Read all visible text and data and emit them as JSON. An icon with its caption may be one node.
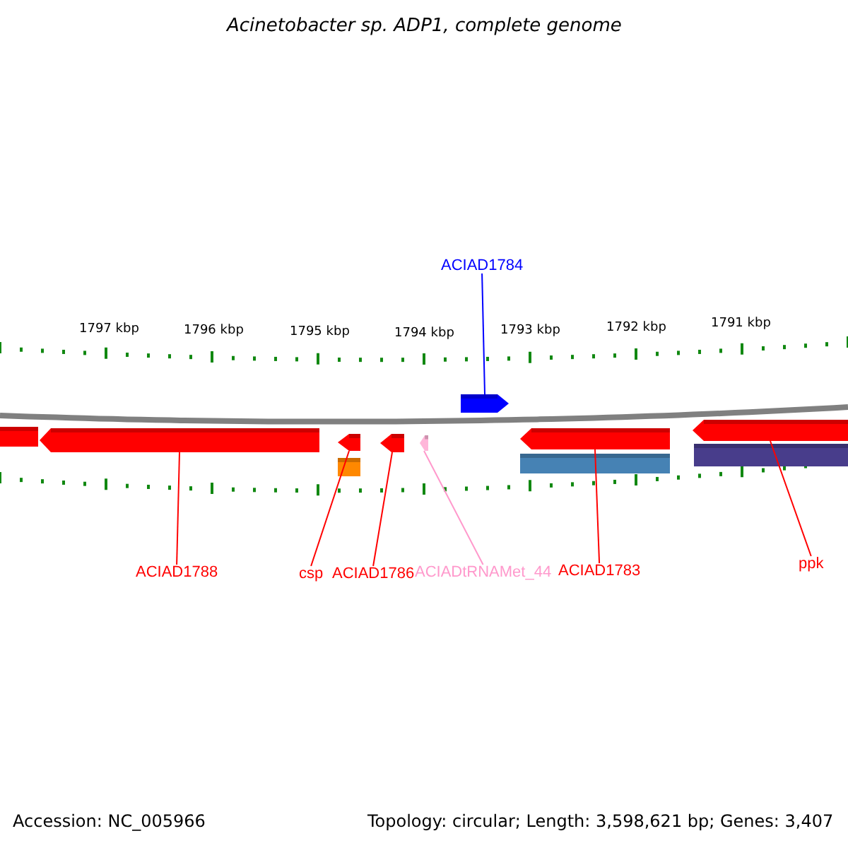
{
  "diagram": {
    "title": "Acinetobacter sp. ADP1, complete genome",
    "nodes": [
      {
        "text": [
          "ACIAD1784"
        ]
      },
      {
        "text": [],
        "shape": "arrow"
      },
      {
        "text": [],
        "shape": "arrow"
      },
      {
        "text": [],
        "shape": "arrow"
      },
      {
        "text": [],
        "shape": "arrow"
      },
      {
        "text": [],
        "shape": "bar"
      },
      {
        "text": [],
        "shape": "arrow"
      },
      {
        "text": [],
        "shape": "arrow"
      },
      {
        "text": [],
        "shape": "arrow"
      },
      {
        "text": [],
        "shape": "bar"
      },
      {
        "text": [],
        "shape": "arrow"
      },
      {
        "text": [],
        "shape": "bar"
      },
      {
        "text": [
          "ACIAD1788"
        ]
      },
      {
        "text": [
          "csp"
        ]
      },
      {
        "text": [
          "ACIAD1786"
        ]
      },
      {
        "text": [
          "ACIADtRNAMet_44"
        ]
      },
      {
        "text": [
          "ACIAD1783"
        ]
      },
      {
        "text": [
          "ppk"
        ]
      }
    ],
    "edges": [
      {
        "from": 0,
        "to": 1,
        "arrow": "none",
        "color": "#0000ff"
      },
      {
        "from": 12,
        "to": 3,
        "arrow": "none"
      },
      {
        "from": 13,
        "to": 4,
        "arrow": "none"
      },
      {
        "from": 14,
        "to": 6,
        "arrow": "none"
      },
      {
        "from": 15,
        "to": 7,
        "arrow": "none",
        "color": "#ff99cc"
      },
      {
        "from": 16,
        "to": 8,
        "arrow": "none"
      },
      {
        "from": 17,
        "to": 10,
        "arrow": "none"
      }
    ],
    "labels": [
      "1797 kbp",
      "1796 kbp",
      "1795 kbp",
      "1794 kbp",
      "1793 kbp",
      "1792 kbp",
      "1791 kbp",
      "Accession: NC_005966",
      "Topology: circular; Length: 3,598,621 bp; Genes: 3,407"
    ]
  }
}
